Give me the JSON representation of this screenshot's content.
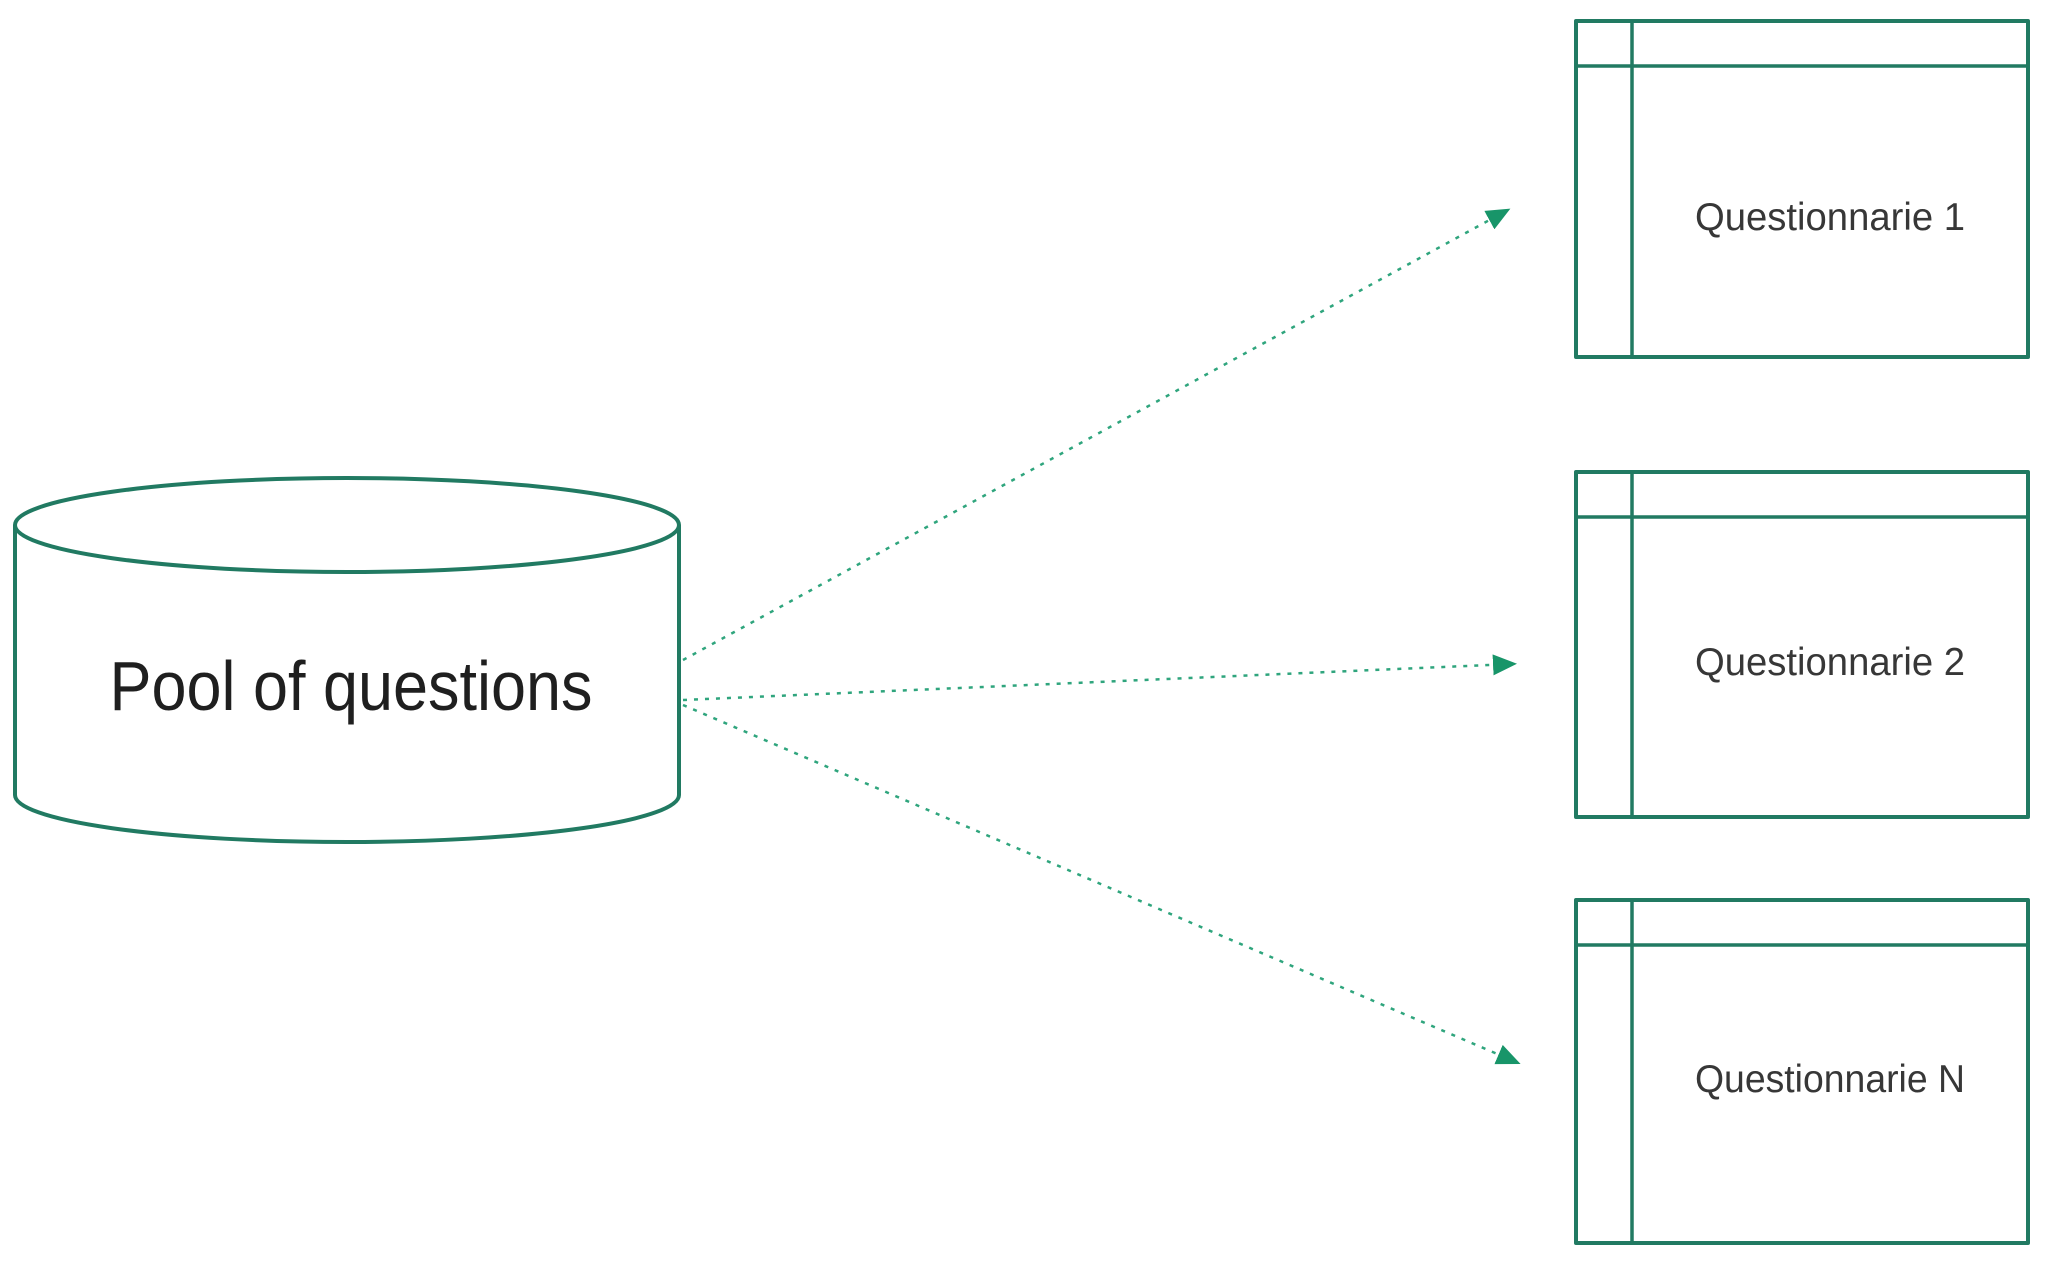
{
  "diagram": {
    "background": "#ffffff",
    "pool": {
      "label": "Pool of questions",
      "shape": "database-cylinder"
    },
    "targets": [
      {
        "id": "questionnaire-1",
        "label": "Questionnarie 1"
      },
      {
        "id": "questionnaire-2",
        "label": "Questionnarie 2"
      },
      {
        "id": "questionnaire-n",
        "label": "Questionnarie N"
      }
    ],
    "edges": [
      {
        "from": "pool",
        "to": "questionnaire-1",
        "style": "dashed-arrow"
      },
      {
        "from": "pool",
        "to": "questionnaire-2",
        "style": "dashed-arrow"
      },
      {
        "from": "pool",
        "to": "questionnaire-n",
        "style": "dashed-arrow"
      }
    ],
    "colors": {
      "shape_stroke": "#217a62",
      "connector": "#2fa57d",
      "arrowhead": "#189569",
      "pool_text": "#1f1f1f",
      "target_text": "#373737"
    }
  }
}
